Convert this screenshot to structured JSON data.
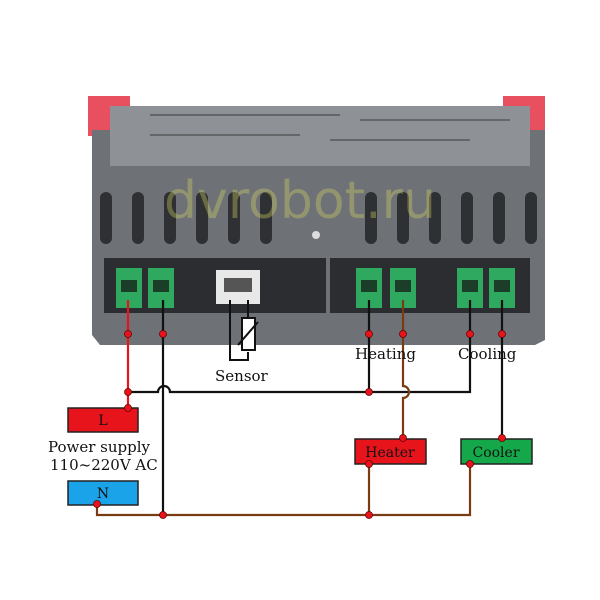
{
  "watermark": "dvrobot.ru",
  "labels": {
    "sensor": "Sensor",
    "heating": "Heating",
    "cooling": "Cooling",
    "power_supply": "Power supply",
    "voltage": "110~220V AC"
  },
  "boxes": {
    "live": "L",
    "neutral": "N",
    "heater": "Heater",
    "cooler": "Cooler"
  },
  "colors": {
    "live": "#e8141c",
    "neutral_box": "#1aa3e8",
    "heater": "#e8141c",
    "cooler": "#14a84a",
    "neutral_wire": "#7a3b12",
    "wire": "#111111",
    "node": "#e8141c"
  }
}
